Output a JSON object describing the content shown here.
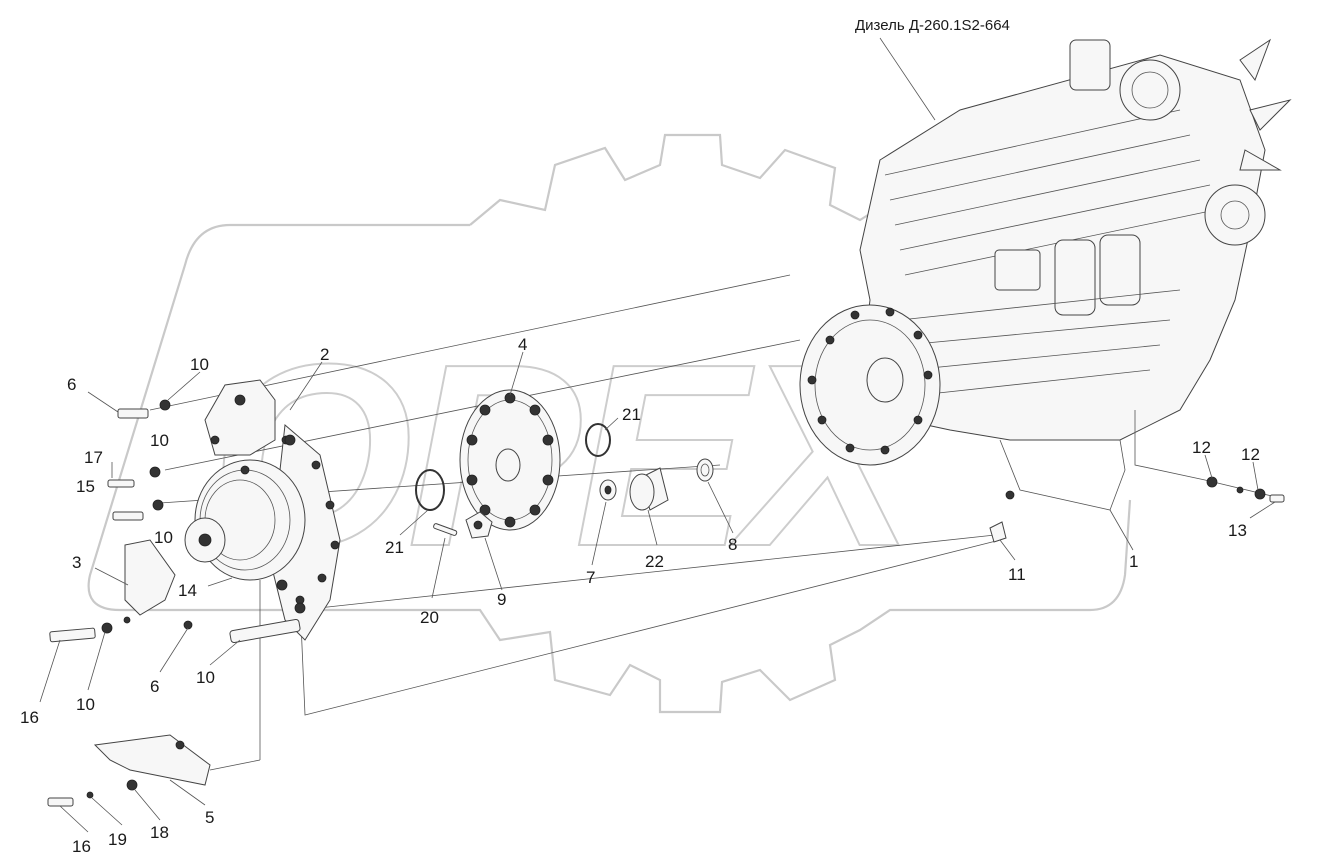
{
  "diagram": {
    "engine_title": "Дизель Д-260.1S2-664",
    "watermark_text": "OPEX",
    "colors": {
      "line": "#444444",
      "watermark": "#c9c9c9",
      "text": "#1a1a1a"
    },
    "callouts": [
      {
        "id": "c-6a",
        "text": "6"
      },
      {
        "id": "c-10a",
        "text": "10"
      },
      {
        "id": "c-2",
        "text": "2"
      },
      {
        "id": "c-4",
        "text": "4"
      },
      {
        "id": "c-21a",
        "text": "21"
      },
      {
        "id": "c-10b",
        "text": "10"
      },
      {
        "id": "c-17",
        "text": "17"
      },
      {
        "id": "c-15",
        "text": "15"
      },
      {
        "id": "c-10c",
        "text": "10"
      },
      {
        "id": "c-3",
        "text": "3"
      },
      {
        "id": "c-14",
        "text": "14"
      },
      {
        "id": "c-21b",
        "text": "21"
      },
      {
        "id": "c-20",
        "text": "20"
      },
      {
        "id": "c-9",
        "text": "9"
      },
      {
        "id": "c-7",
        "text": "7"
      },
      {
        "id": "c-22",
        "text": "22"
      },
      {
        "id": "c-8",
        "text": "8"
      },
      {
        "id": "c-11",
        "text": "11"
      },
      {
        "id": "c-1",
        "text": "1"
      },
      {
        "id": "c-12a",
        "text": "12"
      },
      {
        "id": "c-12b",
        "text": "12"
      },
      {
        "id": "c-13",
        "text": "13"
      },
      {
        "id": "c-16a",
        "text": "16"
      },
      {
        "id": "c-10d",
        "text": "10"
      },
      {
        "id": "c-6b",
        "text": "6"
      },
      {
        "id": "c-10e",
        "text": "10"
      },
      {
        "id": "c-5",
        "text": "5"
      },
      {
        "id": "c-16b",
        "text": "16"
      },
      {
        "id": "c-19",
        "text": "19"
      },
      {
        "id": "c-18",
        "text": "18"
      }
    ]
  }
}
